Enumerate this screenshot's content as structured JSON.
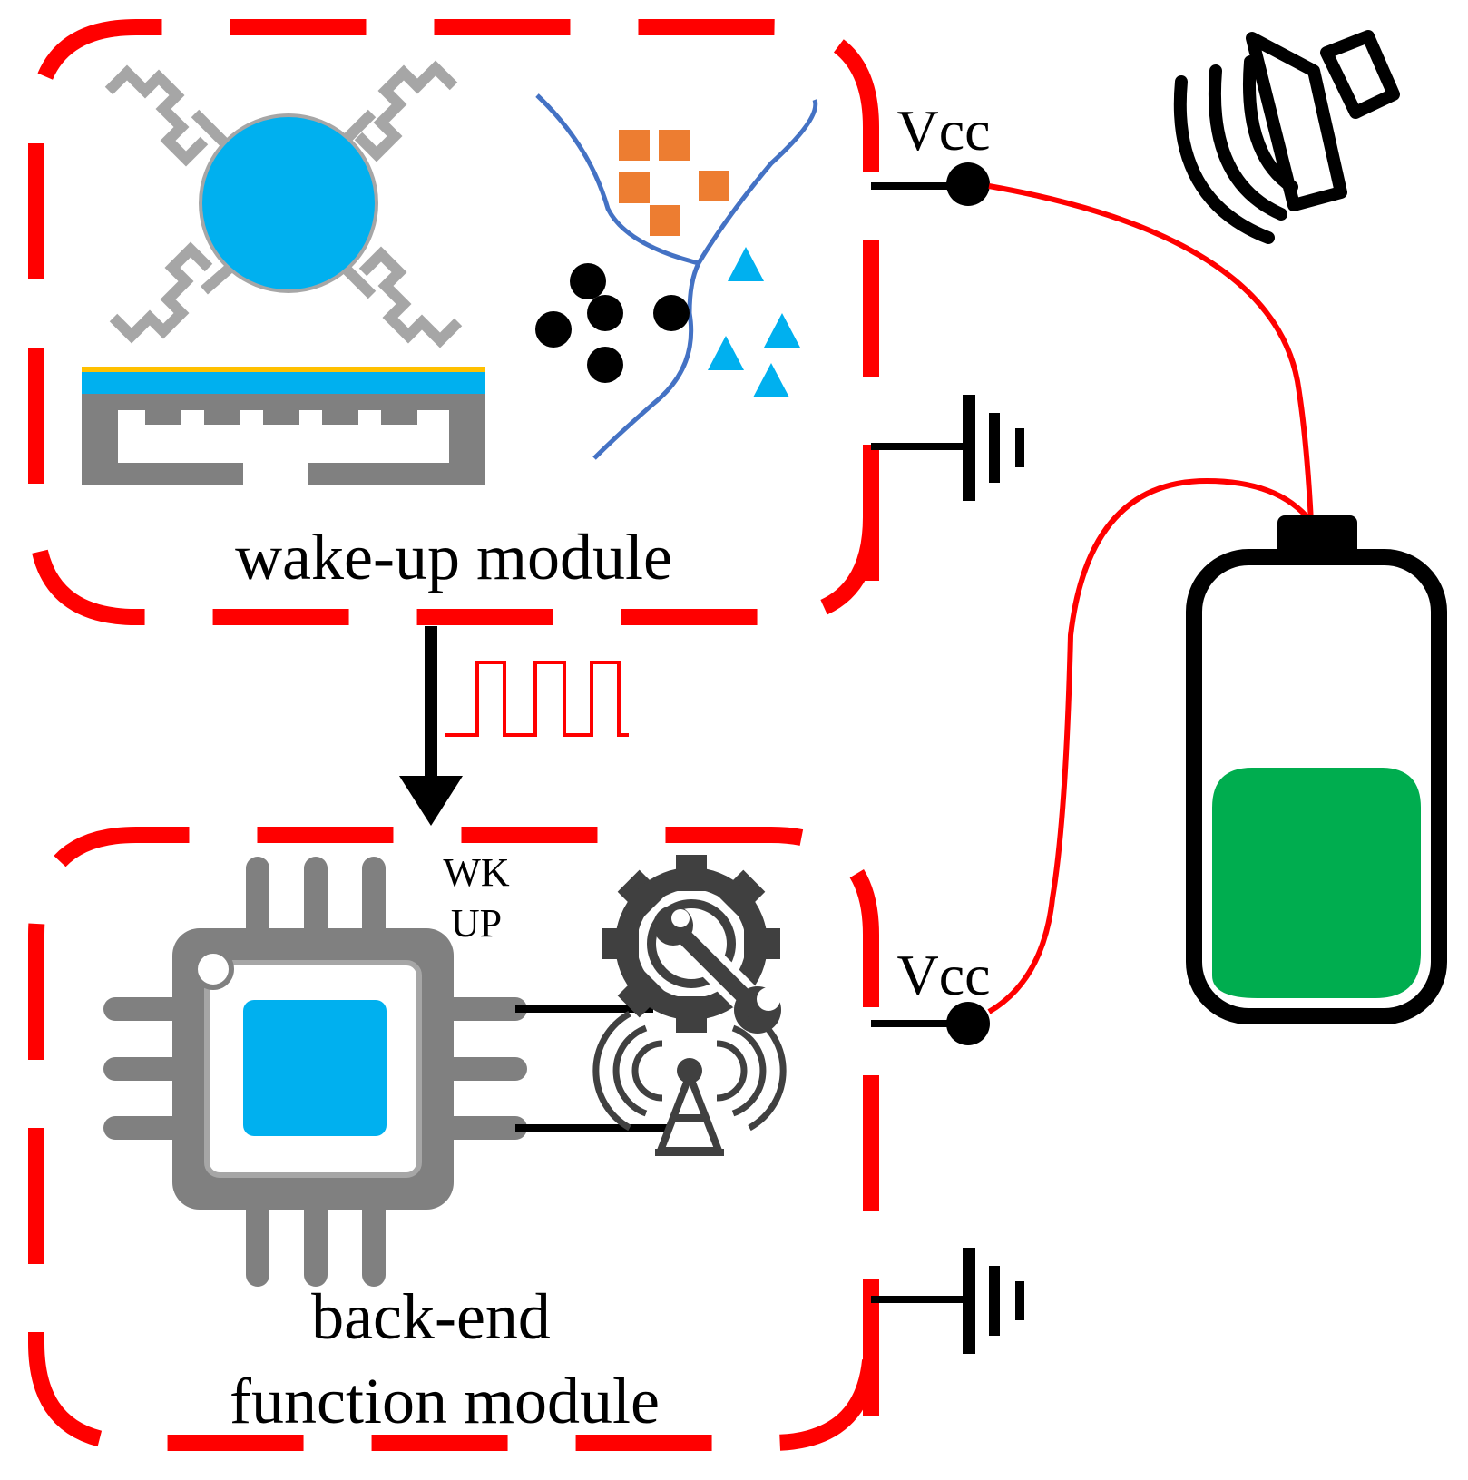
{
  "labels": {
    "wake_up_module": "wake-up module",
    "back_end_line1": "back-end",
    "back_end_line2": "function module",
    "vcc_top": "Vcc",
    "vcc_bottom": "Vcc",
    "wkup_line1": "WK",
    "wkup_line2": "UP"
  },
  "colors": {
    "module_border": "#ff0000",
    "power_wire": "#ff0000",
    "signal_pulse": "#ff0000",
    "battery_charge": "#00ad4f",
    "chip_core": "#00b0ef",
    "chip_body": "#808080",
    "sensor_ball": "#00b0ef",
    "sensor_layer_top": "#ffc000",
    "particle_squares": "#ed7d31",
    "particle_triangles": "#00b0ef",
    "channel_lines": "#4472c4"
  },
  "icons": {
    "speaker": "speaker-icon",
    "battery": "battery-icon",
    "ground": "ground-icon",
    "gear_wrench": "gear-wrench-icon",
    "antenna": "antenna-icon",
    "chip": "microcontroller-chip-icon",
    "accelerometer": "accelerometer-icon",
    "membrane": "membrane-sensor-icon",
    "particles": "particle-filter-icon"
  },
  "battery": {
    "charge_level": 0.5
  }
}
